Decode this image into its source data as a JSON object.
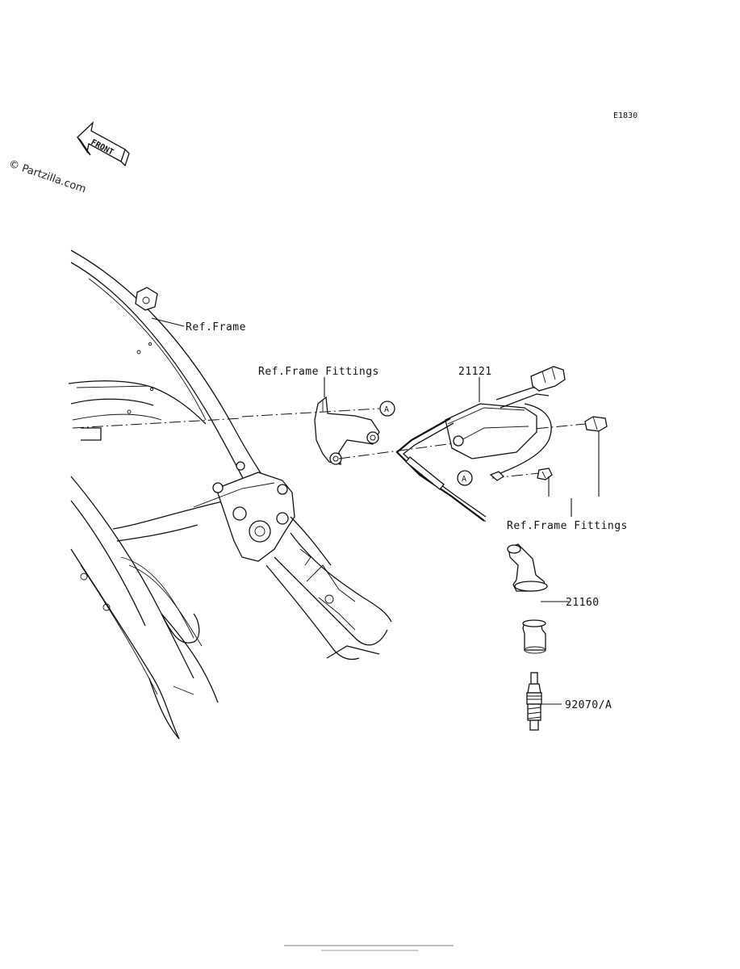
{
  "diagram_code": "E1830",
  "watermark": "© Partzilla.com",
  "front_arrow_label": "FRONT",
  "callouts": {
    "ref_frame": "Ref.Frame",
    "ref_frame_fittings_top": "Ref.Frame Fittings",
    "ref_frame_fittings_right": "Ref.Frame Fittings",
    "coil_part": "21121",
    "cap_part": "21160",
    "plug_part": "92070/A",
    "marker_a1": "A",
    "marker_a2": "A"
  }
}
